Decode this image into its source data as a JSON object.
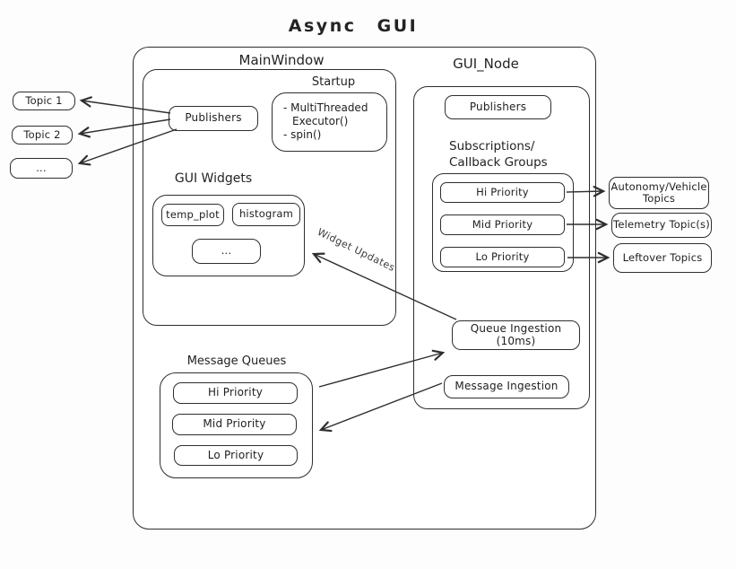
{
  "title": "Async GUI",
  "colors": {
    "stroke": "#2e2e2e",
    "background": "#fdfdfd",
    "text": "#1e1e1e"
  },
  "left_topics": [
    {
      "label": "Topic 1"
    },
    {
      "label": "Topic 2"
    },
    {
      "label": "..."
    }
  ],
  "main_window": {
    "label": "MainWindow",
    "publishers_label": "Publishers",
    "startup": {
      "label": "Startup",
      "lines": [
        "- MultiThreaded",
        "Executor()",
        "- spin()"
      ]
    },
    "gui_widgets": {
      "label": "GUI Widgets",
      "items": [
        "temp_plot",
        "histogram",
        "..."
      ]
    }
  },
  "message_queues": {
    "label": "Message Queues",
    "items": [
      "Hi Priority",
      "Mid Priority",
      "Lo Priority"
    ]
  },
  "gui_node": {
    "label": "GUI_Node",
    "publishers_label": "Publishers",
    "subscriptions": {
      "label_line1": "Subscriptions/",
      "label_line2": "Callback Groups",
      "items": [
        "Hi Priority",
        "Mid Priority",
        "Lo Priority"
      ]
    },
    "queue_ingestion_label": "Queue Ingestion (10ms)",
    "message_ingestion_label": "Message Ingestion"
  },
  "right_topics": [
    {
      "label": "Autonomy/Vehicle Topics"
    },
    {
      "label": "Telemetry Topic(s)"
    },
    {
      "label": "Leftover Topics"
    }
  ],
  "edge_labels": {
    "widget_updates": "Widget Updates"
  }
}
